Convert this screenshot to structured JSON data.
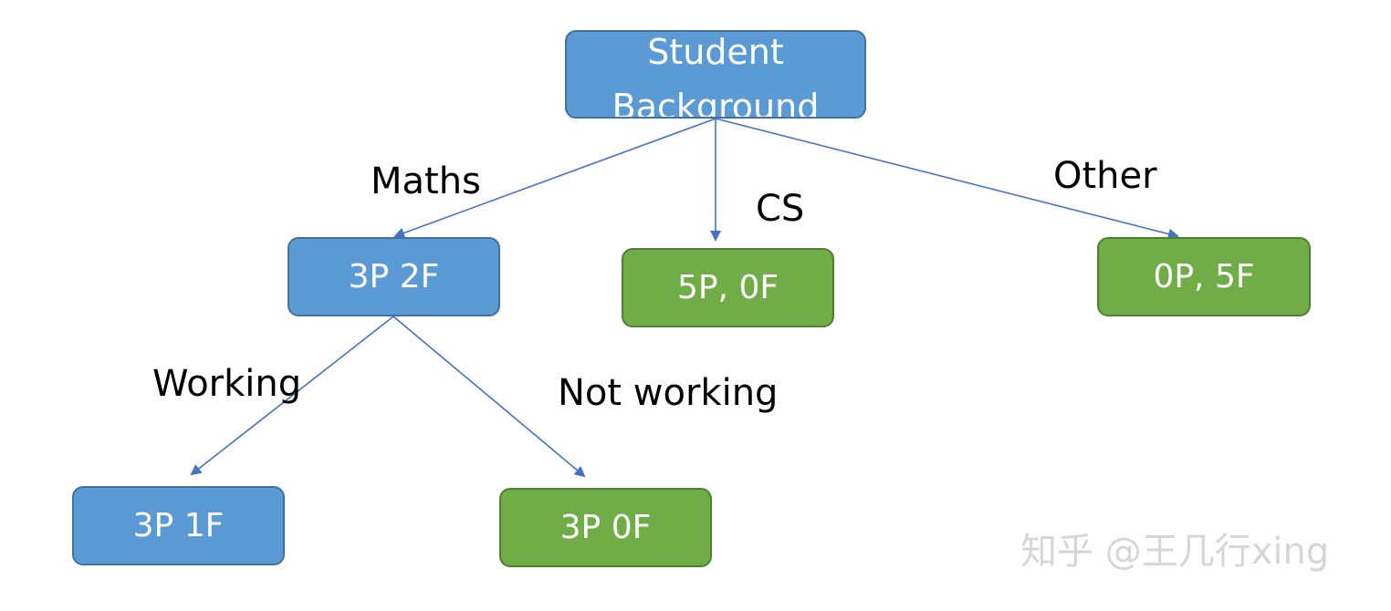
{
  "diagram": {
    "nodes": {
      "root": {
        "text": "Student\nBackground",
        "color": "#5b9bd5"
      },
      "maths": {
        "text": "3P 2F",
        "color": "#5b9bd5"
      },
      "cs": {
        "text": "5P, 0F",
        "color": "#70ad47"
      },
      "other": {
        "text": "0P, 5F",
        "color": "#70ad47"
      },
      "working": {
        "text": "3P 1F",
        "color": "#5b9bd5"
      },
      "notworking": {
        "text": "3P 0F",
        "color": "#70ad47"
      }
    },
    "edges": [
      {
        "from": "root",
        "to": "maths",
        "label": "Maths"
      },
      {
        "from": "root",
        "to": "cs",
        "label": "CS"
      },
      {
        "from": "root",
        "to": "other",
        "label": "Other"
      },
      {
        "from": "maths",
        "to": "working",
        "label": "Working"
      },
      {
        "from": "maths",
        "to": "notworking",
        "label": "Not working"
      }
    ],
    "edge_color": "#4472c4"
  },
  "watermark": "知乎 @王几行xing"
}
